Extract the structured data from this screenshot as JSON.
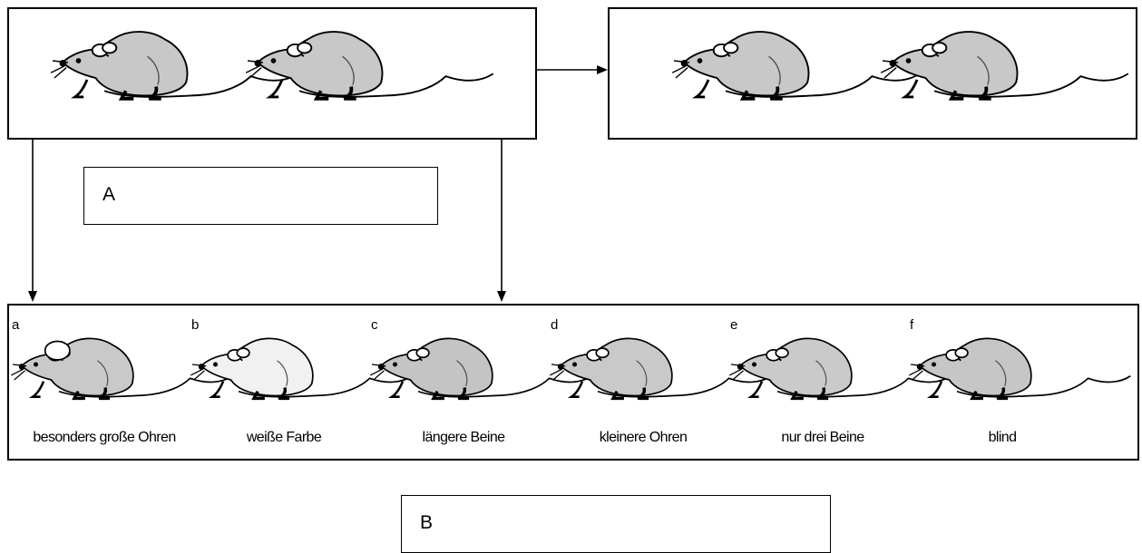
{
  "parents": [
    "parent-mouse-1",
    "parent-mouse-2"
  ],
  "offspring_same": [
    "offspring-mouse-1",
    "offspring-mouse-2"
  ],
  "box_a": {
    "label": "A"
  },
  "box_b": {
    "label": "B"
  },
  "variants": [
    {
      "letter": "a",
      "trait": "besonders große Ohren",
      "fur": "#c9c9c9",
      "ears": "large"
    },
    {
      "letter": "b",
      "trait": "weiße Farbe",
      "fur": "#f1f1f1",
      "ears": "normal"
    },
    {
      "letter": "c",
      "trait": "längere Beine",
      "fur": "#c4c4c4",
      "ears": "normal"
    },
    {
      "letter": "d",
      "trait": "kleinere Ohren",
      "fur": "#c9c9c9",
      "ears": "small"
    },
    {
      "letter": "e",
      "trait": "nur drei Beine",
      "fur": "#cacaca",
      "ears": "normal"
    },
    {
      "letter": "f",
      "trait": "blind",
      "fur": "#c6c6c6",
      "ears": "normal"
    }
  ],
  "colors": {
    "fur": "#c8c8c8",
    "line": "#000000"
  }
}
